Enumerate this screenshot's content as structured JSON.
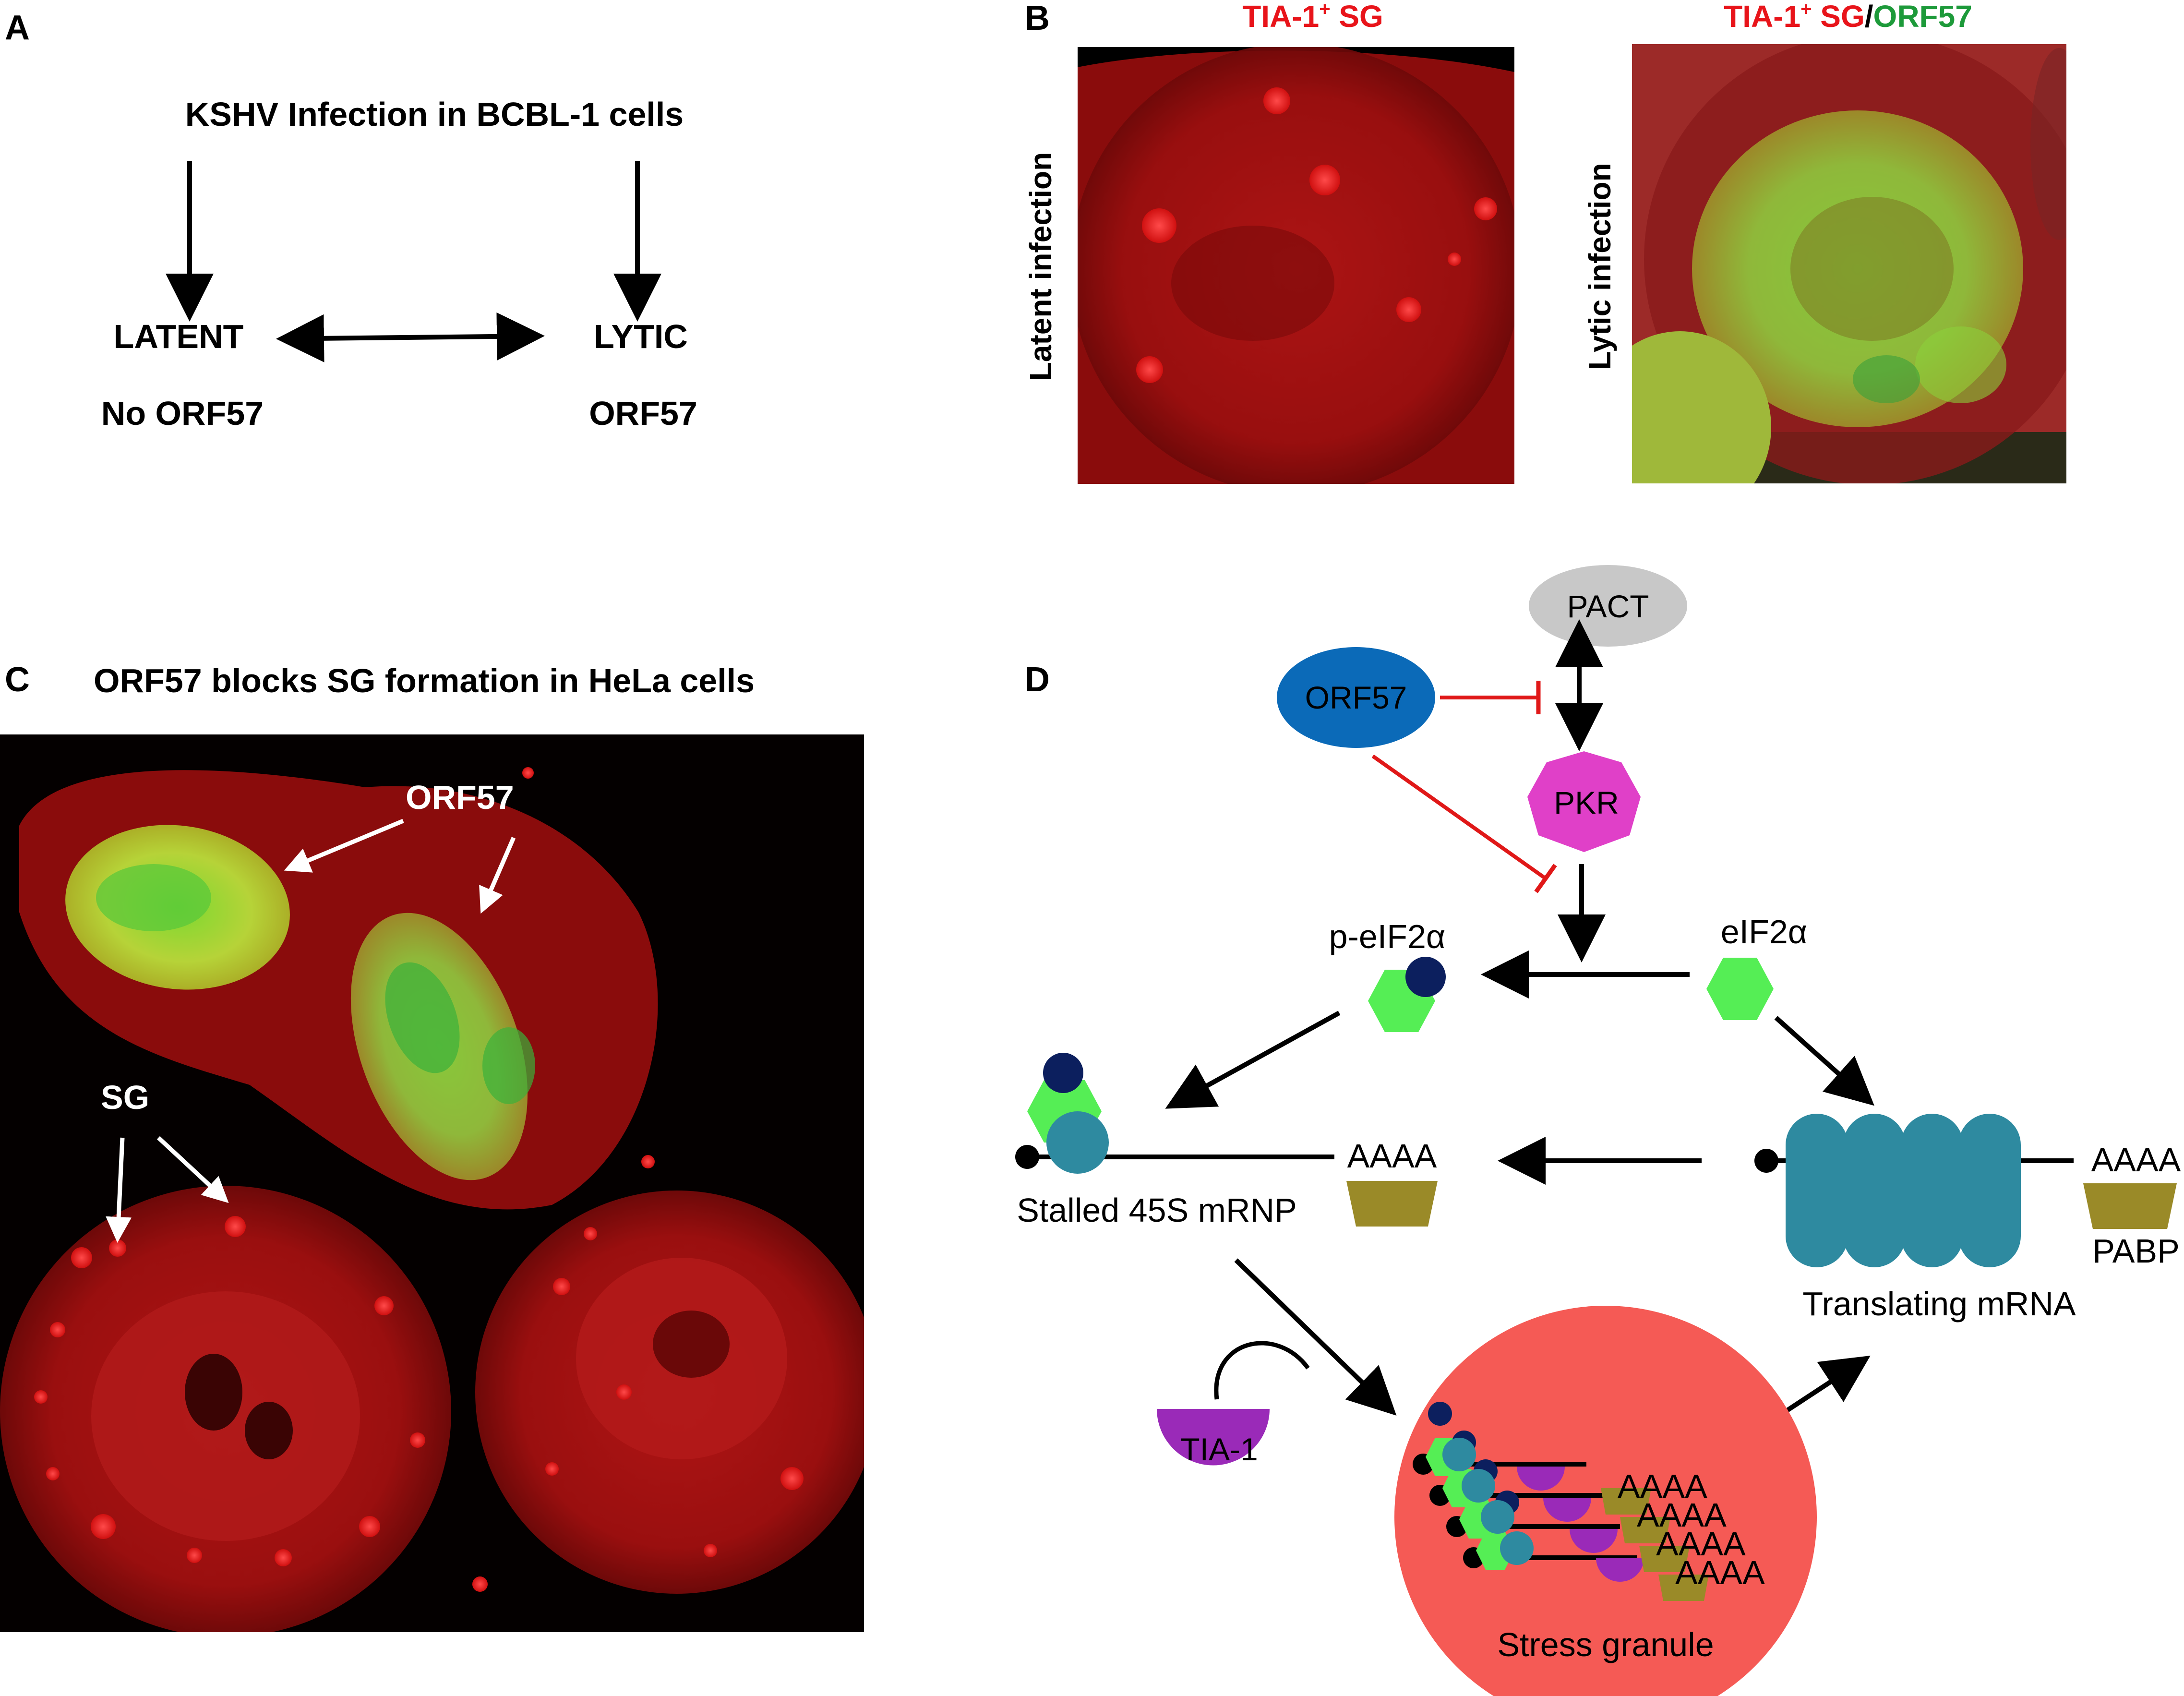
{
  "panels": {
    "a": {
      "letter": "A",
      "title": "KSHV Infection in BCBL-1 cells",
      "latent": "LATENT",
      "lytic": "LYTIC",
      "latent_sub": "No ORF57",
      "lytic_sub": "ORF57"
    },
    "b": {
      "letter": "B",
      "img1_title": "TIA-1",
      "img1_sup": "+",
      "img1_title_tail": " SG",
      "img2_title_red": "TIA-1",
      "img2_sup": "+",
      "img2_title_red_tail": " SG",
      "img2_slash": "/",
      "img2_title_green": "ORF57",
      "img1_side": "Latent infection",
      "img2_side": "Lytic infection"
    },
    "c": {
      "letter": "C",
      "title": "ORF57 blocks SG formation in HeLa cells",
      "label_orf57": "ORF57",
      "label_sg": "SG"
    },
    "d": {
      "letter": "D",
      "pact": "PACT",
      "orf57": "ORF57",
      "pkr": "PKR",
      "p_eif2a": "p-eIF2α",
      "eif2a": "eIF2α",
      "stalled": "Stalled 45S mRNP",
      "aaaa_left": "AAAA",
      "aaaa_right": "AAAA",
      "pabp": "PABP",
      "translating": "Translating mRNA",
      "tia1": "TIA-1",
      "sg_aaaa": "AAAA",
      "stress_granule": "Stress granule"
    }
  },
  "colors": {
    "micro_red": "#b01010",
    "micro_green": "#7fd22a",
    "title_red": "#e8141a",
    "title_green": "#1d9a3a",
    "orf57_blue": "#0b6ab8",
    "pkr_magenta": "#e040c8",
    "pact_grey": "#c8c8c8",
    "eif_green": "#55ee55",
    "phospho_navy": "#0c1f5e",
    "ribosome_teal": "#2e8aa0",
    "pabp_olive": "#9a8a28",
    "tia1_purple": "#9a2ab8",
    "sg_red": "#f55a55",
    "inhibit_red": "#e01818"
  },
  "icons": [
    "arrow-icon",
    "inhibition-icon",
    "cap-icon",
    "ribosome-icon",
    "pabp-icon"
  ]
}
